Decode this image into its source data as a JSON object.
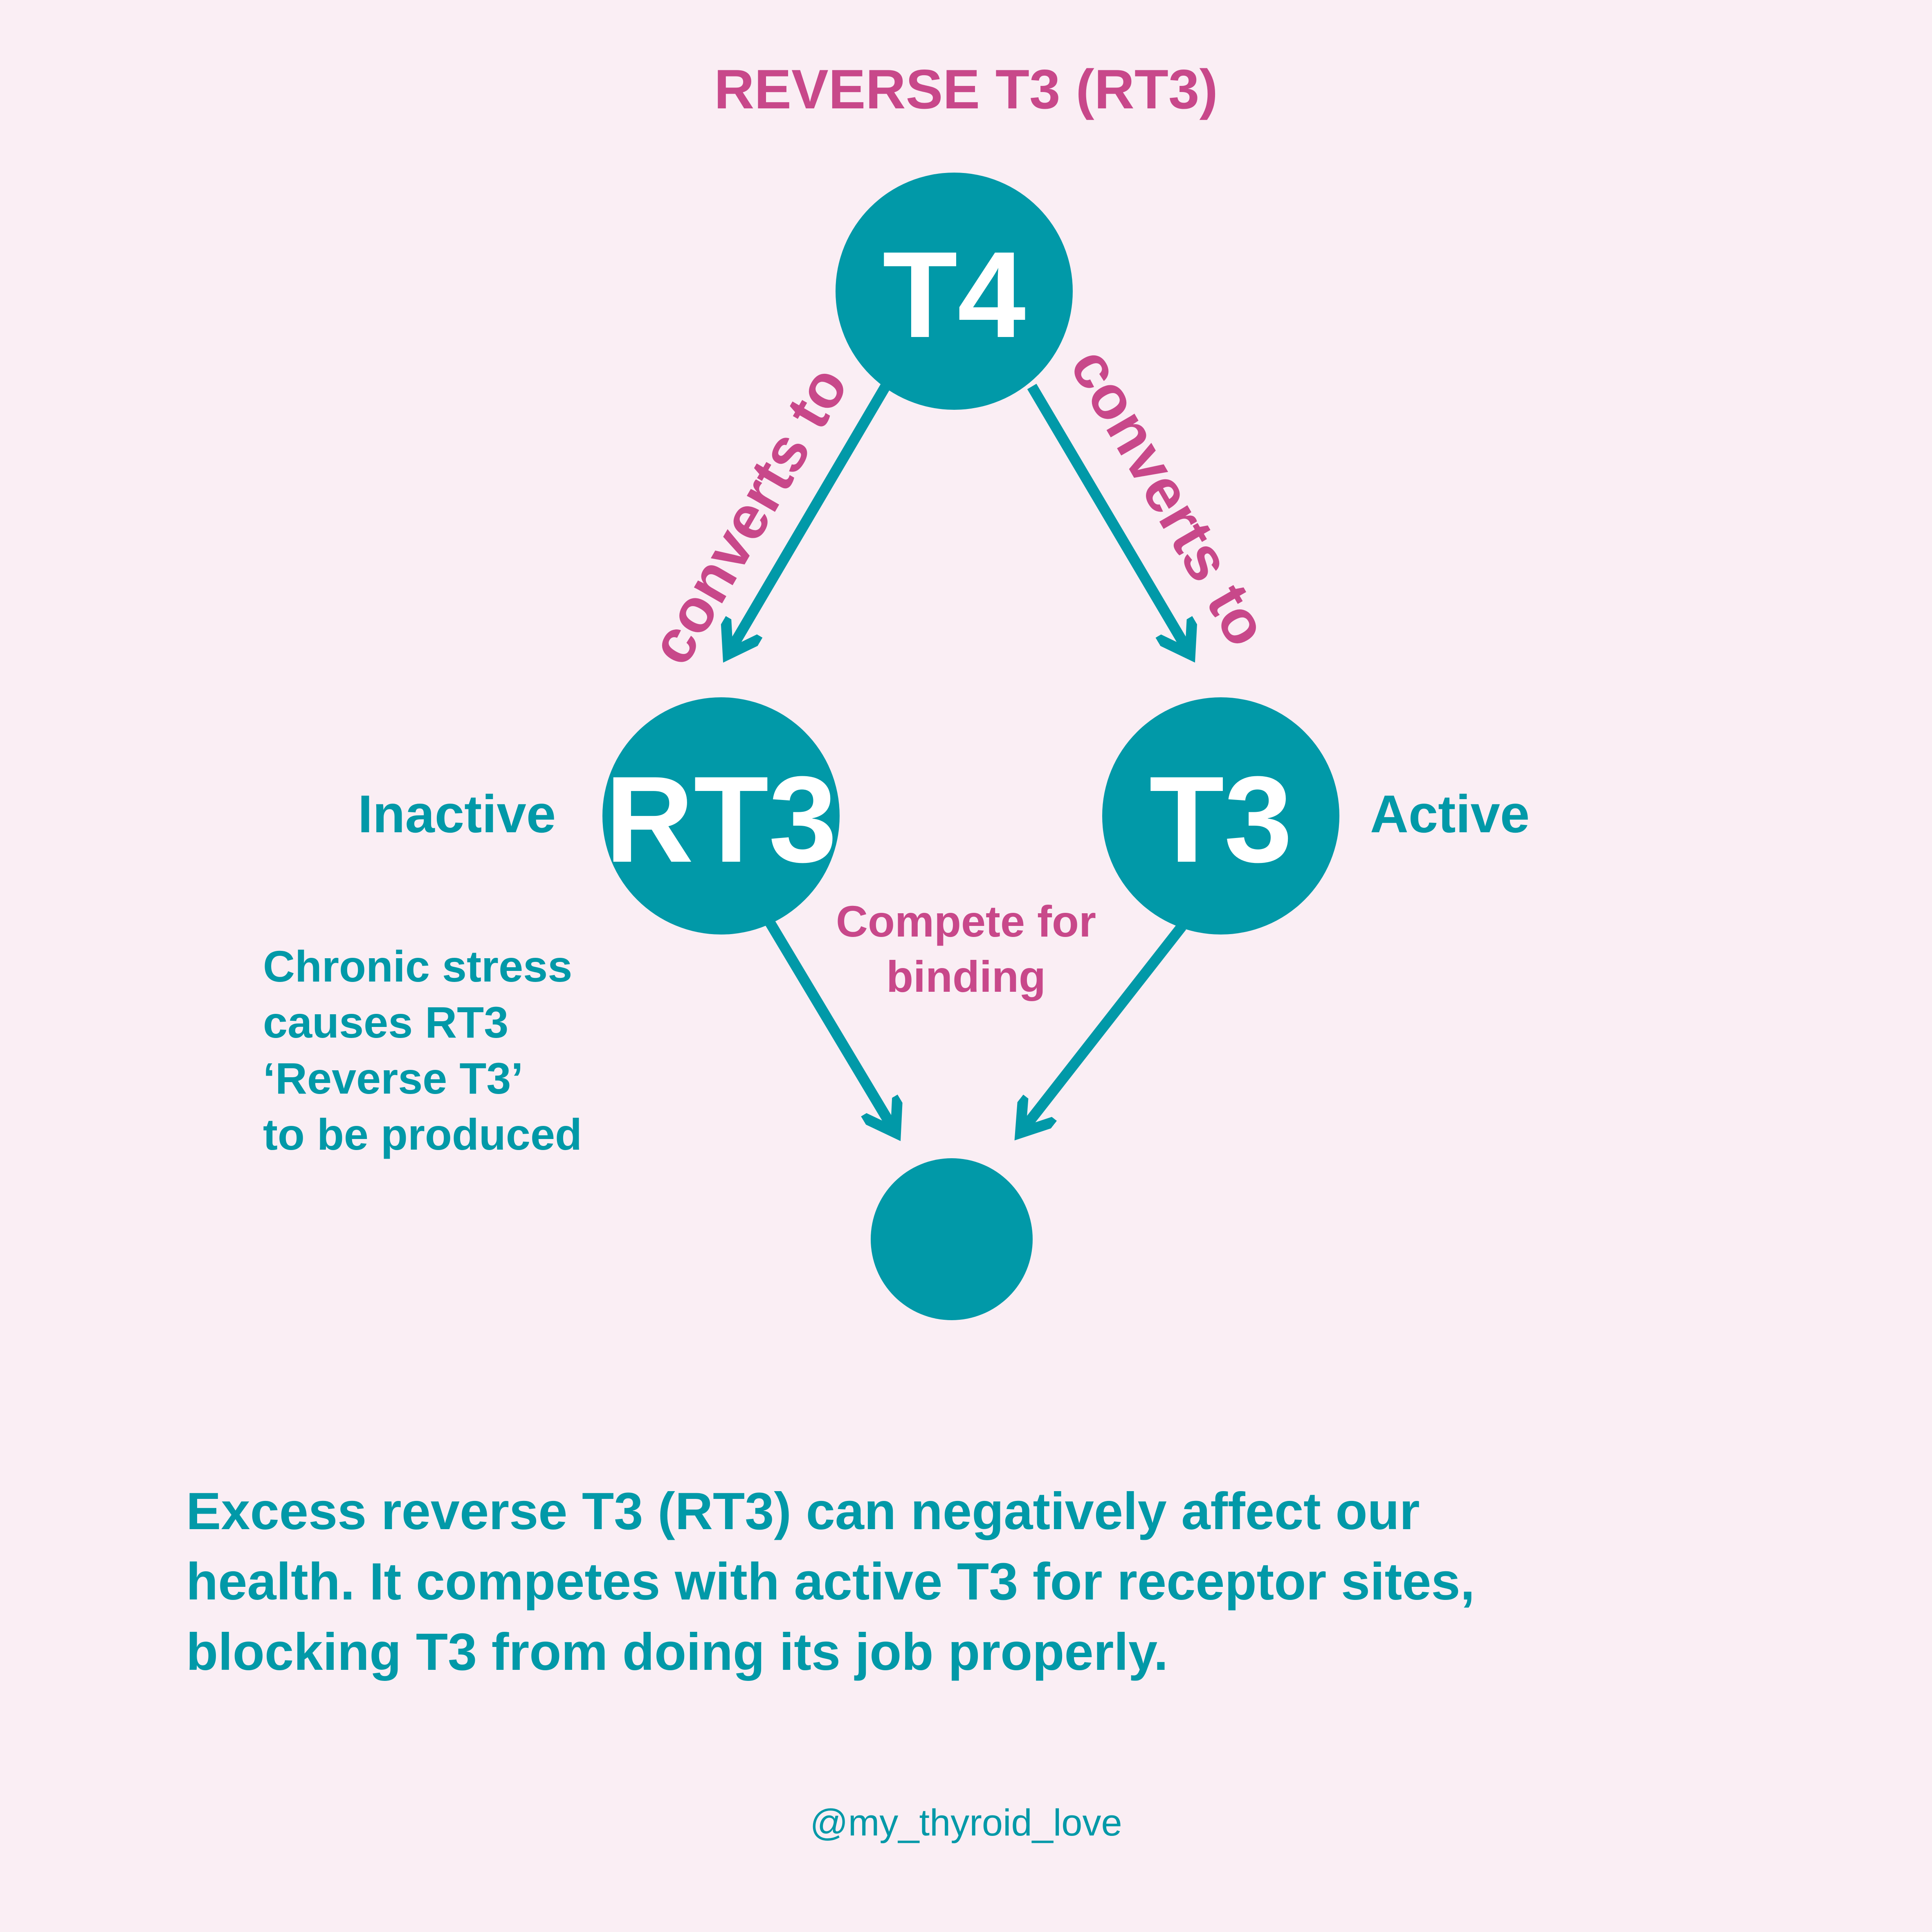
{
  "title": "REVERSE T3 (RT3)",
  "colors": {
    "background": "#FAEEF4",
    "teal": "#0199A8",
    "pink": "#C8488A"
  },
  "nodes": {
    "t4": "T4",
    "rt3": "RT3",
    "t3": "T3",
    "receptor": ""
  },
  "edges": {
    "left_label": "converts to",
    "right_label": "converts to"
  },
  "states": {
    "inactive": "Inactive",
    "active": "Active"
  },
  "compete": [
    "Compete for",
    "binding"
  ],
  "stress_note": [
    "Chronic stress",
    "causes RT3",
    "‘Reverse T3’",
    "to be produced"
  ],
  "summary": [
    "Excess reverse T3 (RT3) can negatively affect our",
    "health. It competes with active T3 for receptor sites,",
    "blocking T3 from doing its job properly."
  ],
  "handle": "@my_thyroid_love"
}
